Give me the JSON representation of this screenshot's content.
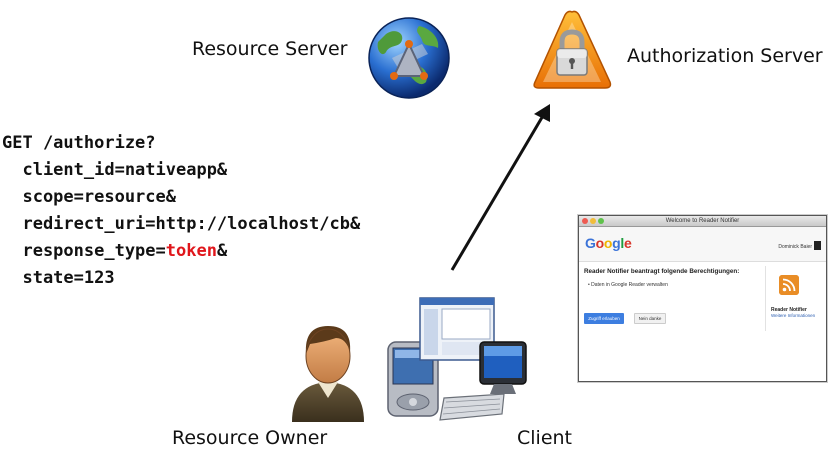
{
  "labels": {
    "resource_server": "Resource Server",
    "authorization_server": "Authorization Server",
    "resource_owner": "Resource Owner",
    "client": "Client"
  },
  "request": {
    "line1": "GET /authorize?",
    "line2": "  client_id=nativeapp&",
    "line3": "  scope=resource&",
    "line4": "  redirect_uri=http://localhost/cb&",
    "line5_pre": "  response_type=",
    "line5_token": "token",
    "line5_post": "&",
    "line6": "  state=123"
  },
  "browser": {
    "window_title": "Welcome to Reader Notifier",
    "logo": "Google",
    "user_name": "Dominick Baier",
    "request_text": "Reader Notifier beantragt folgende Berechtigungen:",
    "permission": "Daten in Google Reader verwalten",
    "allow_button": "Zugriff erlauben",
    "deny_button": "Nein danke",
    "app_name": "Reader Notifier",
    "app_link": "Weitere Informationen"
  },
  "colors": {
    "token_highlight": "#e0161b",
    "lock_orange": "#f0820f",
    "allow_button": "#3d7ee0"
  },
  "icons": [
    "globe-icon",
    "lock-warning-icon",
    "person-icon",
    "pda-icon",
    "computer-icon",
    "keyboard-icon",
    "rss-icon"
  ]
}
